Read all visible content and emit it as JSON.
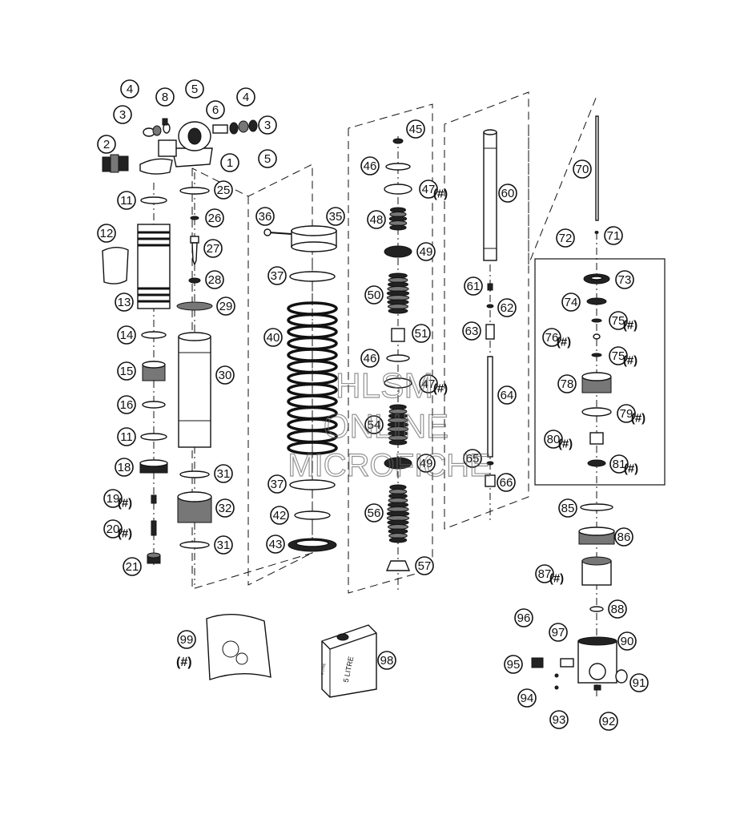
{
  "diagram": {
    "callouts": [
      {
        "id": "c1",
        "label": "1"
      },
      {
        "id": "c2",
        "label": "2"
      },
      {
        "id": "c3a",
        "label": "3"
      },
      {
        "id": "c3b",
        "label": "3"
      },
      {
        "id": "c4a",
        "label": "4"
      },
      {
        "id": "c4b",
        "label": "4"
      },
      {
        "id": "c5a",
        "label": "5"
      },
      {
        "id": "c5b",
        "label": "5"
      },
      {
        "id": "c6",
        "label": "6"
      },
      {
        "id": "c8",
        "label": "8"
      },
      {
        "id": "c11a",
        "label": "11"
      },
      {
        "id": "c11b",
        "label": "11"
      },
      {
        "id": "c12",
        "label": "12"
      },
      {
        "id": "c13",
        "label": "13"
      },
      {
        "id": "c14",
        "label": "14"
      },
      {
        "id": "c15",
        "label": "15"
      },
      {
        "id": "c16",
        "label": "16"
      },
      {
        "id": "c18",
        "label": "18"
      },
      {
        "id": "c19",
        "label": "19"
      },
      {
        "id": "c20",
        "label": "20"
      },
      {
        "id": "c21",
        "label": "21"
      },
      {
        "id": "c25",
        "label": "25"
      },
      {
        "id": "c26",
        "label": "26"
      },
      {
        "id": "c27",
        "label": "27"
      },
      {
        "id": "c28",
        "label": "28"
      },
      {
        "id": "c29",
        "label": "29"
      },
      {
        "id": "c30",
        "label": "30"
      },
      {
        "id": "c31a",
        "label": "31"
      },
      {
        "id": "c31b",
        "label": "31"
      },
      {
        "id": "c32",
        "label": "32"
      },
      {
        "id": "c35",
        "label": "35"
      },
      {
        "id": "c36",
        "label": "36"
      },
      {
        "id": "c37a",
        "label": "37"
      },
      {
        "id": "c37b",
        "label": "37"
      },
      {
        "id": "c40",
        "label": "40"
      },
      {
        "id": "c42",
        "label": "42"
      },
      {
        "id": "c43",
        "label": "43"
      },
      {
        "id": "c45",
        "label": "45"
      },
      {
        "id": "c46a",
        "label": "46"
      },
      {
        "id": "c46b",
        "label": "46"
      },
      {
        "id": "c47a",
        "label": "47"
      },
      {
        "id": "c47b",
        "label": "47"
      },
      {
        "id": "c48",
        "label": "48"
      },
      {
        "id": "c49a",
        "label": "49"
      },
      {
        "id": "c49b",
        "label": "49"
      },
      {
        "id": "c50",
        "label": "50"
      },
      {
        "id": "c51",
        "label": "51"
      },
      {
        "id": "c54",
        "label": "54"
      },
      {
        "id": "c56",
        "label": "56"
      },
      {
        "id": "c57",
        "label": "57"
      },
      {
        "id": "c60",
        "label": "60"
      },
      {
        "id": "c61",
        "label": "61"
      },
      {
        "id": "c62",
        "label": "62"
      },
      {
        "id": "c63",
        "label": "63"
      },
      {
        "id": "c64",
        "label": "64"
      },
      {
        "id": "c65",
        "label": "65"
      },
      {
        "id": "c66",
        "label": "66"
      },
      {
        "id": "c70",
        "label": "70"
      },
      {
        "id": "c71",
        "label": "71"
      },
      {
        "id": "c72",
        "label": "72"
      },
      {
        "id": "c73",
        "label": "73"
      },
      {
        "id": "c74",
        "label": "74"
      },
      {
        "id": "c75a",
        "label": "75"
      },
      {
        "id": "c75b",
        "label": "75"
      },
      {
        "id": "c76",
        "label": "76"
      },
      {
        "id": "c78",
        "label": "78"
      },
      {
        "id": "c79",
        "label": "79"
      },
      {
        "id": "c80",
        "label": "80"
      },
      {
        "id": "c81",
        "label": "81"
      },
      {
        "id": "c85",
        "label": "85"
      },
      {
        "id": "c86",
        "label": "86"
      },
      {
        "id": "c87",
        "label": "87"
      },
      {
        "id": "c88",
        "label": "88"
      },
      {
        "id": "c90",
        "label": "90"
      },
      {
        "id": "c91",
        "label": "91"
      },
      {
        "id": "c92",
        "label": "92"
      },
      {
        "id": "c93",
        "label": "93"
      },
      {
        "id": "c94",
        "label": "94"
      },
      {
        "id": "c95",
        "label": "95"
      },
      {
        "id": "c96",
        "label": "96"
      },
      {
        "id": "c97",
        "label": "97"
      },
      {
        "id": "c98",
        "label": "98"
      },
      {
        "id": "c99",
        "label": "99"
      }
    ],
    "note_marker": "(#)",
    "oil_can_label": "5 LITRE",
    "oil_can_side_label": "5 LITRE",
    "watermark": {
      "line1": "HLSM",
      "line2": "ONLINE",
      "line3": "MICROFICHE"
    }
  }
}
